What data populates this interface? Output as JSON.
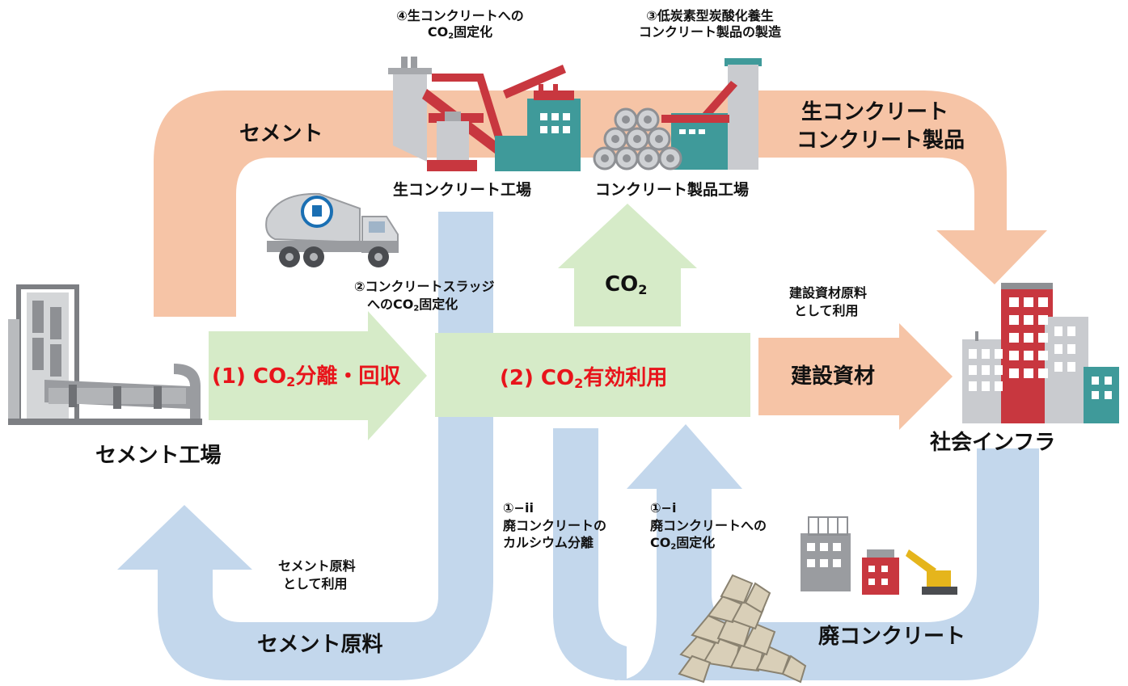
{
  "colors": {
    "cement_arrow": "#f6c4a6",
    "recycle_arrow": "#c3d7ec",
    "co2_box": "#d6ebc8",
    "highlight_text": "#e8141b",
    "building_red": "#c8373f",
    "building_gray": "#c9cbcf",
    "building_teal": "#3f9a9a"
  },
  "icons": [
    "cement-plant-icon",
    "concrete-mixer-plant-icon",
    "concrete-product-plant-icon",
    "mixer-truck-icon",
    "city-buildings-icon",
    "demolition-site-icon",
    "rubble-pile-icon",
    "crane-icon"
  ],
  "labels": {
    "cement_plant": "セメント工場",
    "cement": "セメント",
    "ready_mixed_plant": "生コンクリート工場",
    "product_plant": "コンクリート製品工場",
    "step4_line1": "④生コンクリートへの",
    "step4_line2_pre": "CO",
    "step4_line2_sub": "2",
    "step4_line2_post": "固定化",
    "step3_line1": "③低炭素型炭酸化養生",
    "step3_line2": "コンクリート製品の製造",
    "products_line1": "生コンクリート",
    "products_line2": "コンクリート製品",
    "co2_up_pre": "CO",
    "co2_up_sub": "2",
    "step2_line1": "②コンクリートスラッジ",
    "step2_line2_pre": "へのCO",
    "step2_line2_sub": "2",
    "step2_line2_post": "固定化",
    "capture_pre": "(1) CO",
    "capture_sub": "2",
    "capture_post": "分離・回収",
    "utilization_pre": "(2) CO",
    "utilization_sub": "2",
    "utilization_post": "有効利用",
    "building_material_use_line1": "建設資材原料",
    "building_material_use_line2": "として利用",
    "building_material": "建設資材",
    "infrastructure": "社会インフラ",
    "step1ii_line1": "①−ii",
    "step1ii_line2": "廃コンクリートの",
    "step1ii_line3": "カルシウム分離",
    "step1i_line1": "①−i",
    "step1i_line2": "廃コンクリートへの",
    "step1i_line3_pre": "CO",
    "step1i_line3_sub": "2",
    "step1i_line3_post": "固定化",
    "cement_raw_use_line1": "セメント原料",
    "cement_raw_use_line2": "として利用",
    "cement_raw": "セメント原料",
    "waste_concrete": "廃コンクリート"
  }
}
